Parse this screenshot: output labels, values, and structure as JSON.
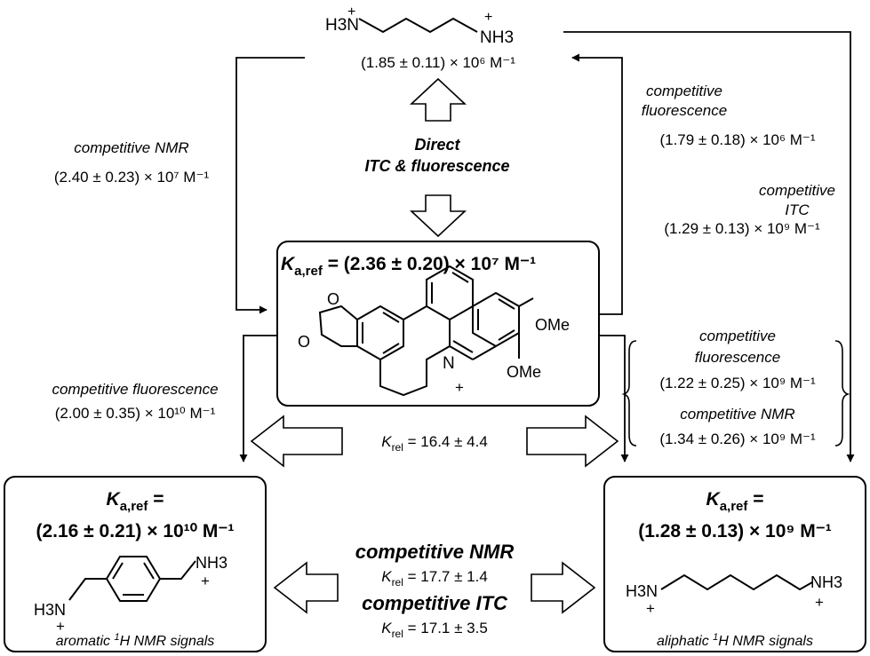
{
  "top": {
    "molecule": {
      "left_label": "H3N",
      "right_label": "NH3",
      "plus": "+"
    },
    "ka": "(1.85 ± 0.11) × 10⁶ M⁻¹"
  },
  "center_text": {
    "line1": "Direct",
    "line2": "ITC & fluorescence"
  },
  "left_top": {
    "method": "competitive NMR",
    "value": "(2.40 ± 0.23) × 10⁷ M⁻¹"
  },
  "right_top": {
    "fluor_line1": "competitive",
    "fluor_line2": "fluorescence",
    "fluor_value": "(1.79 ± 0.18) × 10⁶ M⁻¹",
    "itc_line1": "competitive",
    "itc_line2": "ITC",
    "itc_value": "(1.29 ± 0.13) × 10⁹ M⁻¹"
  },
  "ref_box": {
    "ka_symbol": "K",
    "ka_sub": "a,ref",
    "ka_value": " = (2.36 ± 0.20) × 10⁷ M⁻¹",
    "labels": {
      "ome1": "OMe",
      "ome2": "OMe",
      "n": "N",
      "plus": "+"
    }
  },
  "left_mid": {
    "method": "competitive fluorescence",
    "value": "(2.00 ± 0.35) × 10¹⁰ M⁻¹"
  },
  "right_mid": {
    "fluor_line1": "competitive",
    "fluor_line2": "fluorescence",
    "fluor_value": "(1.22 ± 0.25) × 10⁹ M⁻¹",
    "nmr_line1": "competitive NMR",
    "nmr_value": "(1.34 ± 0.26) × 10⁹ M⁻¹"
  },
  "krel_mid": {
    "symbol": "K",
    "sub": "rel",
    "value": " = 16.4 ± 4.4"
  },
  "left_box": {
    "ka_symbol": "K",
    "ka_sub": "a,ref",
    "eq": " =",
    "value": "(2.16 ± 0.21) × 10¹⁰ M⁻¹",
    "labels": {
      "nh3": "NH3",
      "h3n": "H3N",
      "plus": "+"
    },
    "caption_pre": "aromatic ",
    "caption_sup": "1",
    "caption_post": "H NMR signals"
  },
  "right_box": {
    "ka_symbol": "K",
    "ka_sub": "a,ref",
    "eq": " =",
    "value": "(1.28 ± 0.13) × 10⁹ M⁻¹",
    "labels": {
      "h3n": "H3N",
      "nh3": "NH3",
      "plus": "+"
    },
    "caption_pre": "aliphatic ",
    "caption_sup": "1",
    "caption_post": "H NMR signals"
  },
  "bottom_center": {
    "nmr_title": "competitive NMR",
    "nmr_krel_symbol": "K",
    "nmr_krel_sub": "rel",
    "nmr_krel_value": " = 17.7 ± 1.4",
    "itc_title": "competitive ITC",
    "itc_krel_symbol": "K",
    "itc_krel_sub": "rel",
    "itc_krel_value": " = 17.1 ± 3.5"
  }
}
